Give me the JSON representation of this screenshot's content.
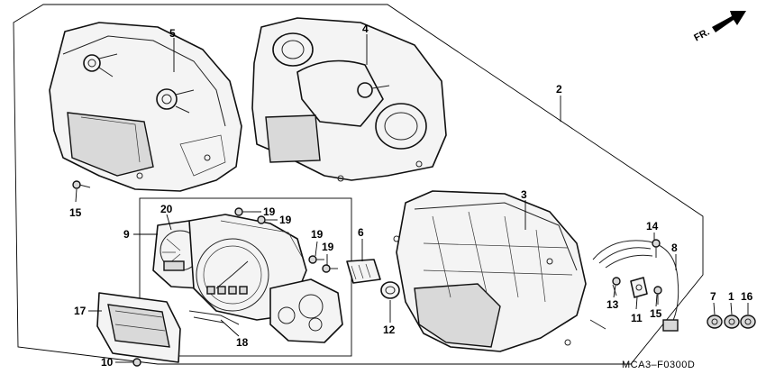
{
  "diagram": {
    "direction_label": "FR.",
    "drawing_code": "MCA3–F0300D",
    "callouts": [
      {
        "id": "p2",
        "label": "2"
      },
      {
        "id": "p3",
        "label": "3"
      },
      {
        "id": "p4",
        "label": "4"
      },
      {
        "id": "p5",
        "label": "5"
      },
      {
        "id": "p6",
        "label": "6"
      },
      {
        "id": "p7",
        "label": "7"
      },
      {
        "id": "p8",
        "label": "8"
      },
      {
        "id": "p9",
        "label": "9"
      },
      {
        "id": "p10",
        "label": "10"
      },
      {
        "id": "p11",
        "label": "11"
      },
      {
        "id": "p12",
        "label": "12"
      },
      {
        "id": "p13",
        "label": "13"
      },
      {
        "id": "p14",
        "label": "14"
      },
      {
        "id": "p15a",
        "label": "15"
      },
      {
        "id": "p15b",
        "label": "15"
      },
      {
        "id": "p16",
        "label": "16"
      },
      {
        "id": "p17",
        "label": "17"
      },
      {
        "id": "p18",
        "label": "18"
      },
      {
        "id": "p19a",
        "label": "19"
      },
      {
        "id": "p19b",
        "label": "19"
      },
      {
        "id": "p19c",
        "label": "19"
      },
      {
        "id": "p19d",
        "label": "19"
      },
      {
        "id": "p1",
        "label": "1"
      },
      {
        "id": "p20",
        "label": "20"
      }
    ]
  }
}
